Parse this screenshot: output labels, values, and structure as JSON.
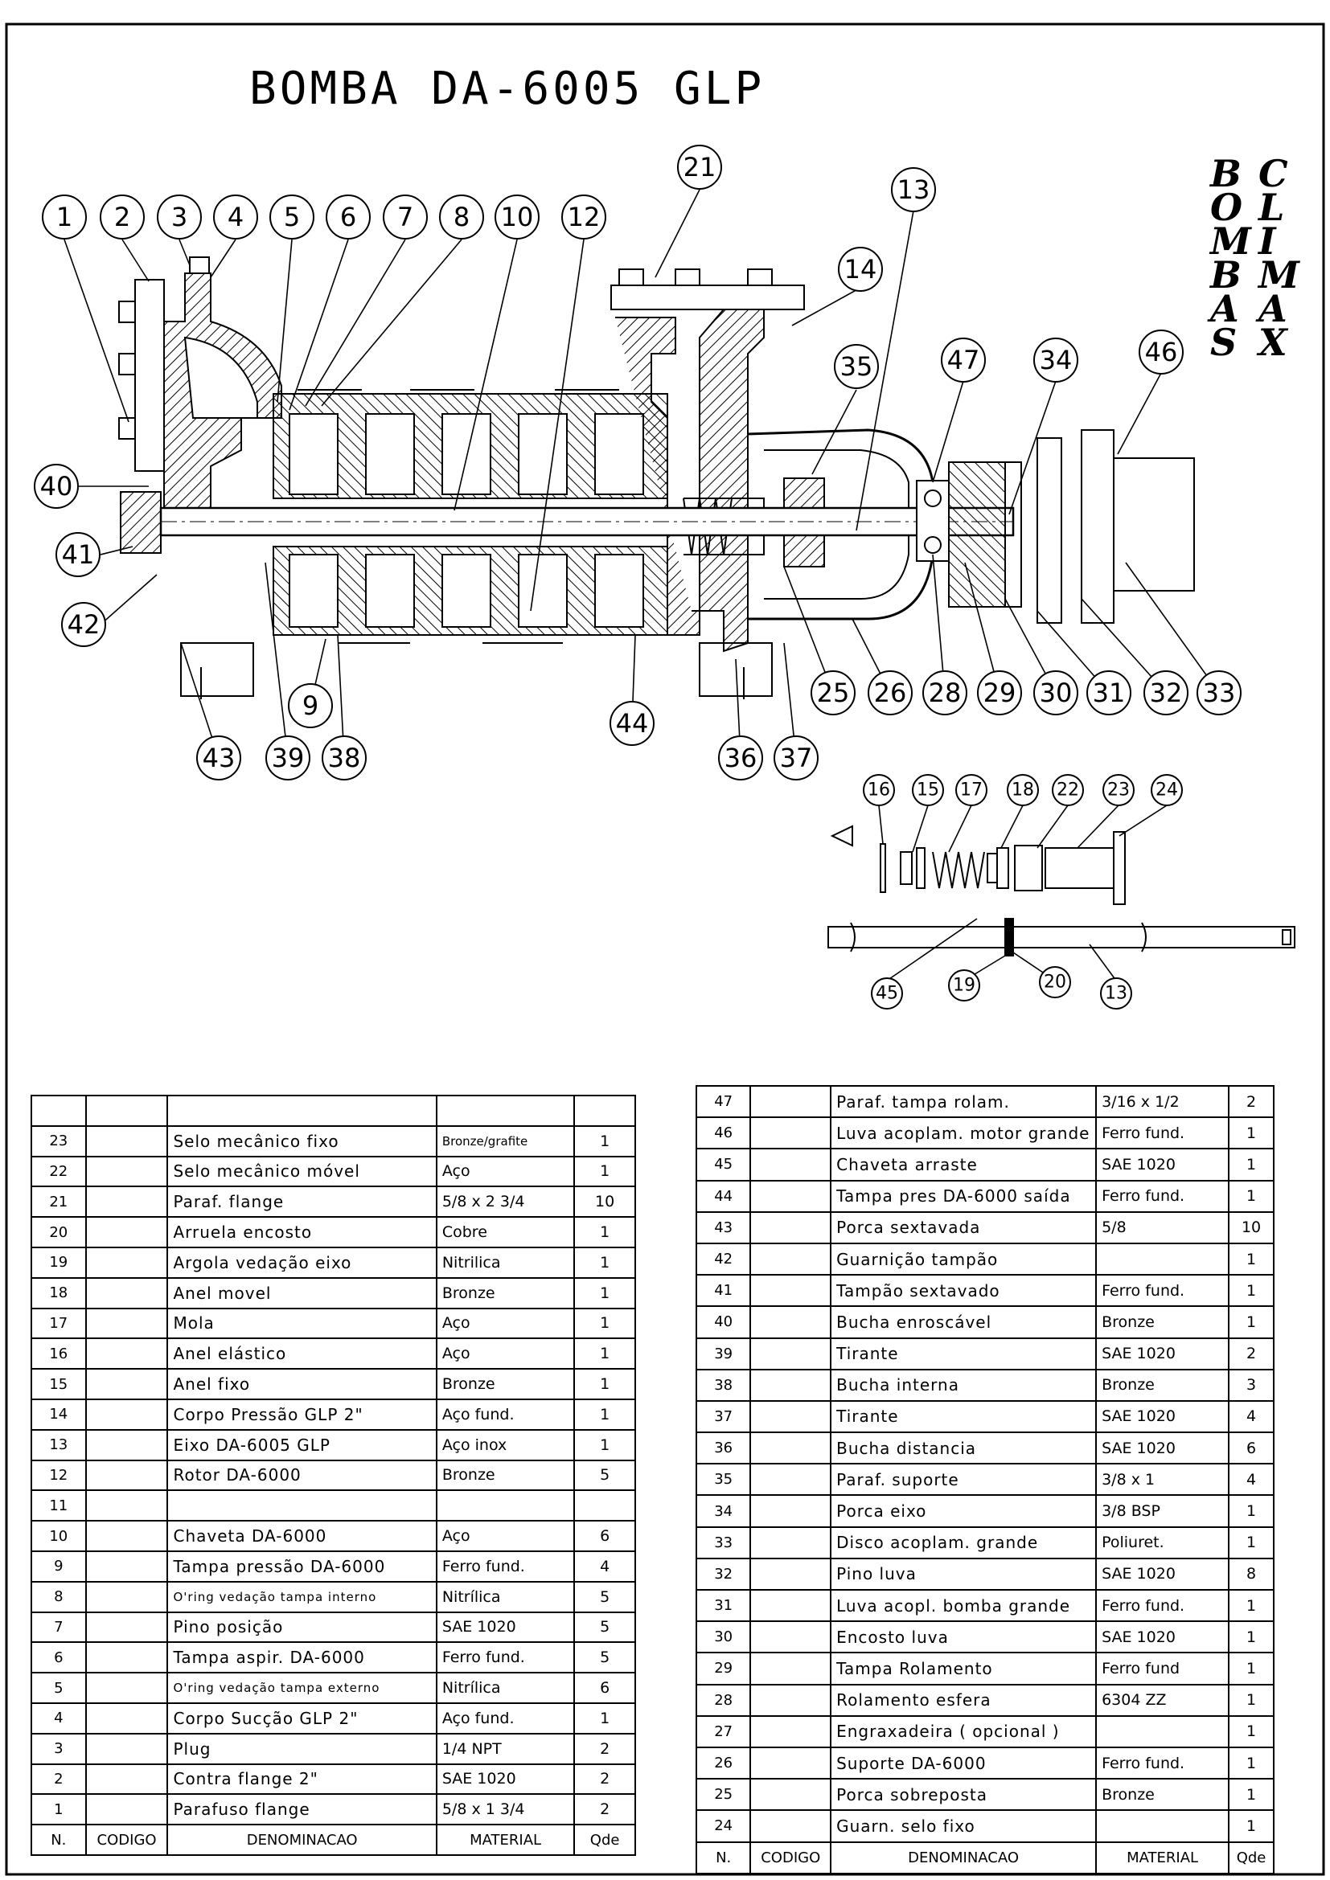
{
  "title": "BOMBA DA-6005 GLP",
  "brand": {
    "col1": [
      "B",
      "O",
      "M",
      "B",
      "A",
      "S"
    ],
    "col2": [
      "C",
      "L",
      "I",
      "M",
      "A",
      "X"
    ]
  },
  "callouts": [
    "1",
    "2",
    "3",
    "4",
    "5",
    "6",
    "7",
    "8",
    "10",
    "12",
    "21",
    "13",
    "14",
    "35",
    "47",
    "34",
    "46",
    "40",
    "41",
    "42",
    "9",
    "44",
    "43",
    "39",
    "38",
    "36",
    "37",
    "25",
    "26",
    "28",
    "29",
    "30",
    "31",
    "32",
    "33"
  ],
  "detail_callouts": [
    "16",
    "15",
    "17",
    "18",
    "22",
    "23",
    "24",
    "45",
    "19",
    "20",
    "13"
  ],
  "table_headers": {
    "n": "N.",
    "codigo": "CODIGO",
    "denominacao": "DENOMINACAO",
    "material": "MATERIAL",
    "qde": "Qde"
  },
  "left_table": [
    {
      "n": "23",
      "desc": "Selo mecânico fixo",
      "material": "Bronze/grafite",
      "qty": "1"
    },
    {
      "n": "22",
      "desc": "Selo mecânico móvel",
      "material": "Aço",
      "qty": "1"
    },
    {
      "n": "21",
      "desc": "Paraf. flange",
      "material": "5/8 x 2 3/4",
      "qty": "10"
    },
    {
      "n": "20",
      "desc": "Arruela encosto",
      "material": "Cobre",
      "qty": "1"
    },
    {
      "n": "19",
      "desc": "Argola vedação eixo",
      "material": "Nitrilica",
      "qty": "1"
    },
    {
      "n": "18",
      "desc": "Anel movel",
      "material": "Bronze",
      "qty": "1"
    },
    {
      "n": "17",
      "desc": "Mola",
      "material": "Aço",
      "qty": "1"
    },
    {
      "n": "16",
      "desc": "Anel elástico",
      "material": "Aço",
      "qty": "1"
    },
    {
      "n": "15",
      "desc": "Anel fixo",
      "material": "Bronze",
      "qty": "1"
    },
    {
      "n": "14",
      "desc": "Corpo Pressão GLP 2\"",
      "material": "Aço fund.",
      "qty": "1"
    },
    {
      "n": "13",
      "desc": "Eixo DA-6005 GLP",
      "material": "Aço inox",
      "qty": "1"
    },
    {
      "n": "12",
      "desc": "Rotor DA-6000",
      "material": "Bronze",
      "qty": "5"
    },
    {
      "n": "11",
      "desc": "",
      "material": "",
      "qty": ""
    },
    {
      "n": "10",
      "desc": "Chaveta DA-6000",
      "material": "Aço",
      "qty": "6"
    },
    {
      "n": "9",
      "desc": "Tampa pressão DA-6000",
      "material": "Ferro fund.",
      "qty": "4"
    },
    {
      "n": "8",
      "desc": "O'ring vedação tampa interno",
      "material": "Nitrílica",
      "qty": "5"
    },
    {
      "n": "7",
      "desc": "Pino posição",
      "material": "SAE 1020",
      "qty": "5"
    },
    {
      "n": "6",
      "desc": "Tampa aspir. DA-6000",
      "material": "Ferro fund.",
      "qty": "5"
    },
    {
      "n": "5",
      "desc": "O'ring vedação tampa externo",
      "material": "Nitrílica",
      "qty": "6"
    },
    {
      "n": "4",
      "desc": "Corpo Sucção GLP 2\"",
      "material": "Aço fund.",
      "qty": "1"
    },
    {
      "n": "3",
      "desc": "Plug",
      "material": "1/4 NPT",
      "qty": "2"
    },
    {
      "n": "2",
      "desc": "Contra flange 2\"",
      "material": "SAE 1020",
      "qty": "2"
    },
    {
      "n": "1",
      "desc": "Parafuso flange",
      "material": "5/8 x 1 3/4",
      "qty": "2"
    }
  ],
  "right_table": [
    {
      "n": "47",
      "desc": "Paraf. tampa rolam.",
      "material": "3/16 x 1/2",
      "qty": "2"
    },
    {
      "n": "46",
      "desc": "Luva acoplam. motor grande",
      "material": "Ferro fund.",
      "qty": "1"
    },
    {
      "n": "45",
      "desc": "Chaveta arraste",
      "material": "SAE 1020",
      "qty": "1"
    },
    {
      "n": "44",
      "desc": "Tampa pres DA-6000 saída",
      "material": "Ferro fund.",
      "qty": "1"
    },
    {
      "n": "43",
      "desc": "Porca sextavada",
      "material": "5/8",
      "qty": "10"
    },
    {
      "n": "42",
      "desc": "Guarnição tampão",
      "material": "",
      "qty": "1"
    },
    {
      "n": "41",
      "desc": "Tampão sextavado",
      "material": "Ferro fund.",
      "qty": "1"
    },
    {
      "n": "40",
      "desc": "Bucha enroscável",
      "material": "Bronze",
      "qty": "1"
    },
    {
      "n": "39",
      "desc": "Tirante",
      "material": "SAE 1020",
      "qty": "2"
    },
    {
      "n": "38",
      "desc": "Bucha interna",
      "material": "Bronze",
      "qty": "3"
    },
    {
      "n": "37",
      "desc": "Tirante",
      "material": "SAE 1020",
      "qty": "4"
    },
    {
      "n": "36",
      "desc": "Bucha distancia",
      "material": "SAE 1020",
      "qty": "6"
    },
    {
      "n": "35",
      "desc": "Paraf. suporte",
      "material": "3/8 x 1",
      "qty": "4"
    },
    {
      "n": "34",
      "desc": "Porca eixo",
      "material": "3/8 BSP",
      "qty": "1"
    },
    {
      "n": "33",
      "desc": "Disco acoplam. grande",
      "material": "Poliuret.",
      "qty": "1"
    },
    {
      "n": "32",
      "desc": "Pino luva",
      "material": "SAE 1020",
      "qty": "8"
    },
    {
      "n": "31",
      "desc": "Luva acopl. bomba grande",
      "material": "Ferro fund.",
      "qty": "1"
    },
    {
      "n": "30",
      "desc": "Encosto luva",
      "material": "SAE 1020",
      "qty": "1"
    },
    {
      "n": "29",
      "desc": "Tampa Rolamento",
      "material": "Ferro fund",
      "qty": "1"
    },
    {
      "n": "28",
      "desc": "Rolamento esfera",
      "material": "6304 ZZ",
      "qty": "1"
    },
    {
      "n": "27",
      "desc": "Engraxadeira ( opcional )",
      "material": "",
      "qty": "1"
    },
    {
      "n": "26",
      "desc": "Suporte DA-6000",
      "material": "Ferro fund.",
      "qty": "1"
    },
    {
      "n": "25",
      "desc": "Porca sobreposta",
      "material": "Bronze",
      "qty": "1"
    },
    {
      "n": "24",
      "desc": "Guarn. selo fixo",
      "material": "",
      "qty": "1"
    }
  ]
}
